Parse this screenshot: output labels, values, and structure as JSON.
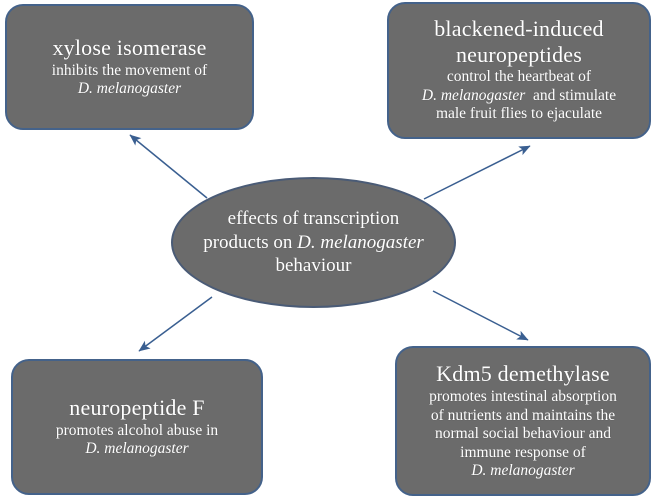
{
  "diagram": {
    "type": "concept-map",
    "center": {
      "shape": "ellipse",
      "lines": [
        "effects of transcription",
        "products on D. melanogaster",
        "behaviour"
      ],
      "line1": "effects of transcription",
      "line2_prefix": "products on ",
      "line2_species": "D. melanogaster",
      "line3": "behaviour"
    },
    "nodes": [
      {
        "id": "xylose-isomerase",
        "position": "top-left",
        "headline": "xylose isomerase",
        "detail_line1": "inhibits the movement of",
        "detail_species": "D. melanogaster"
      },
      {
        "id": "blackened-induced-neuropeptides",
        "position": "top-right",
        "headline_line1": "blackened-induced",
        "headline_line2": "neuropeptides",
        "detail_line1": "control the heartbeat of",
        "detail_species": "D. melanogaster",
        "detail_line2_tail": "and stimulate",
        "detail_line3": "male fruit flies to ejaculate"
      },
      {
        "id": "neuropeptide-f",
        "position": "bottom-left",
        "headline": "neuropeptide F",
        "detail_line1": "promotes alcohol abuse in",
        "detail_species": "D. melanogaster"
      },
      {
        "id": "kdm5-demethylase",
        "position": "bottom-right",
        "headline": "Kdm5 demethylase",
        "detail_line1": "promotes intestinal absorption",
        "detail_line2": "of nutrients and maintains the",
        "detail_line3": "normal social behaviour and",
        "detail_line4": "immune response of",
        "detail_species": "D. melanogaster"
      }
    ],
    "connectors": [
      {
        "id": "center-to-xylose",
        "from": "center",
        "to": "xylose-isomerase",
        "direction": "up-left",
        "arrowhead": "end"
      },
      {
        "id": "center-to-blackened",
        "from": "center",
        "to": "blackened-induced-neuropeptides",
        "direction": "up-right",
        "arrowhead": "end"
      },
      {
        "id": "center-to-neuropeptide",
        "from": "center",
        "to": "neuropeptide-f",
        "direction": "down-left",
        "arrowhead": "end"
      },
      {
        "id": "center-to-kdm5",
        "from": "center",
        "to": "kdm5-demethylase",
        "direction": "down-right",
        "arrowhead": "end"
      }
    ],
    "colors": {
      "node_fill": "#6b6b6b",
      "node_border": "#44628a",
      "node_text": "#ffffff",
      "arrow": "#3a5f91",
      "background": "#ffffff"
    }
  }
}
